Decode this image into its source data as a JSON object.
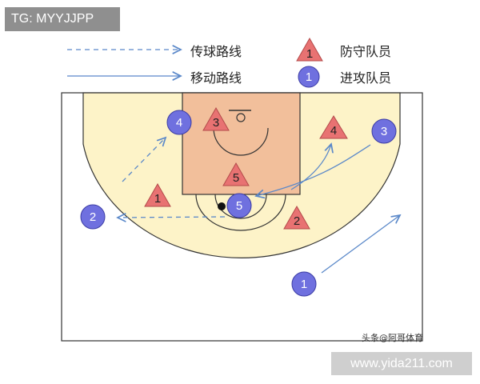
{
  "top_badge": "TG: MYYJJPP",
  "legend": {
    "pass_route": "传球路线",
    "move_route": "移动路线",
    "defender": "防守队员",
    "attacker": "进攻队员",
    "defender_sample": "1",
    "attacker_sample": "1"
  },
  "players": {
    "attackers": [
      {
        "label": "4"
      },
      {
        "label": "3"
      },
      {
        "label": "2"
      },
      {
        "label": "5"
      },
      {
        "label": "1"
      }
    ],
    "defenders": [
      {
        "label": "3"
      },
      {
        "label": "4"
      },
      {
        "label": "5"
      },
      {
        "label": "1"
      },
      {
        "label": "2"
      }
    ]
  },
  "watermark": "头条@阿哥体育",
  "site_badge": "www.yida211.com",
  "colors": {
    "court_fill": "#fdf3c8",
    "paint_fill": "#f2bf9b",
    "defender_fill": "#e87272",
    "attacker_fill": "#6f70df",
    "arrow_color": "#5a88c9"
  }
}
